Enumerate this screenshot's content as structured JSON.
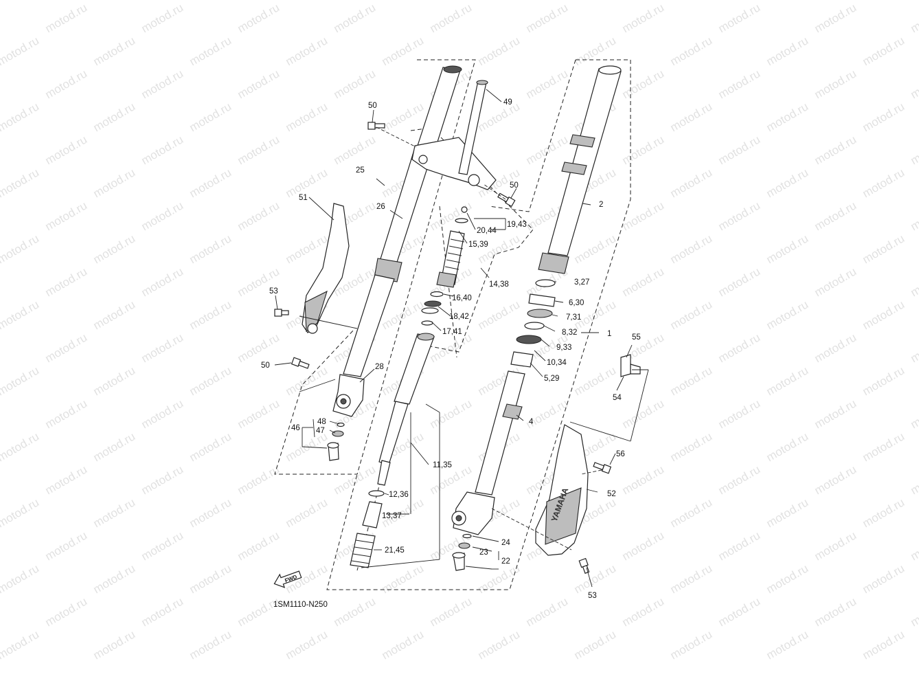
{
  "diagram": {
    "drawing_code": "1SM1110-N250",
    "watermark_text": "motod.ru",
    "fwd_label": "FWD",
    "brand_mark": "YAMAHA",
    "callouts": {
      "c1": "1",
      "c2": "2",
      "c3_27": "3,27",
      "c4": "4",
      "c5_29": "5,29",
      "c6_30": "6,30",
      "c7_31": "7,31",
      "c8_32": "8,32",
      "c9_33": "9,33",
      "c10_34": "10,34",
      "c11_35": "11,35",
      "c12_36": "12,36",
      "c13_37": "13,37",
      "c14_38": "14,38",
      "c15_39": "15,39",
      "c16_40": "16,40",
      "c17_41": "17,41",
      "c18_42": "18,42",
      "c19_43": "19,43",
      "c20_44": "20,44",
      "c21_45": "21,45",
      "c22": "22",
      "c23": "23",
      "c24": "24",
      "c25": "25",
      "c26": "26",
      "c28": "28",
      "c46": "46",
      "c47": "47",
      "c48": "48",
      "c49": "49",
      "c50a": "50",
      "c50b": "50",
      "c50c": "50",
      "c51": "51",
      "c52": "52",
      "c53a": "53",
      "c53b": "53",
      "c54": "54",
      "c55": "55",
      "c56": "56"
    }
  }
}
